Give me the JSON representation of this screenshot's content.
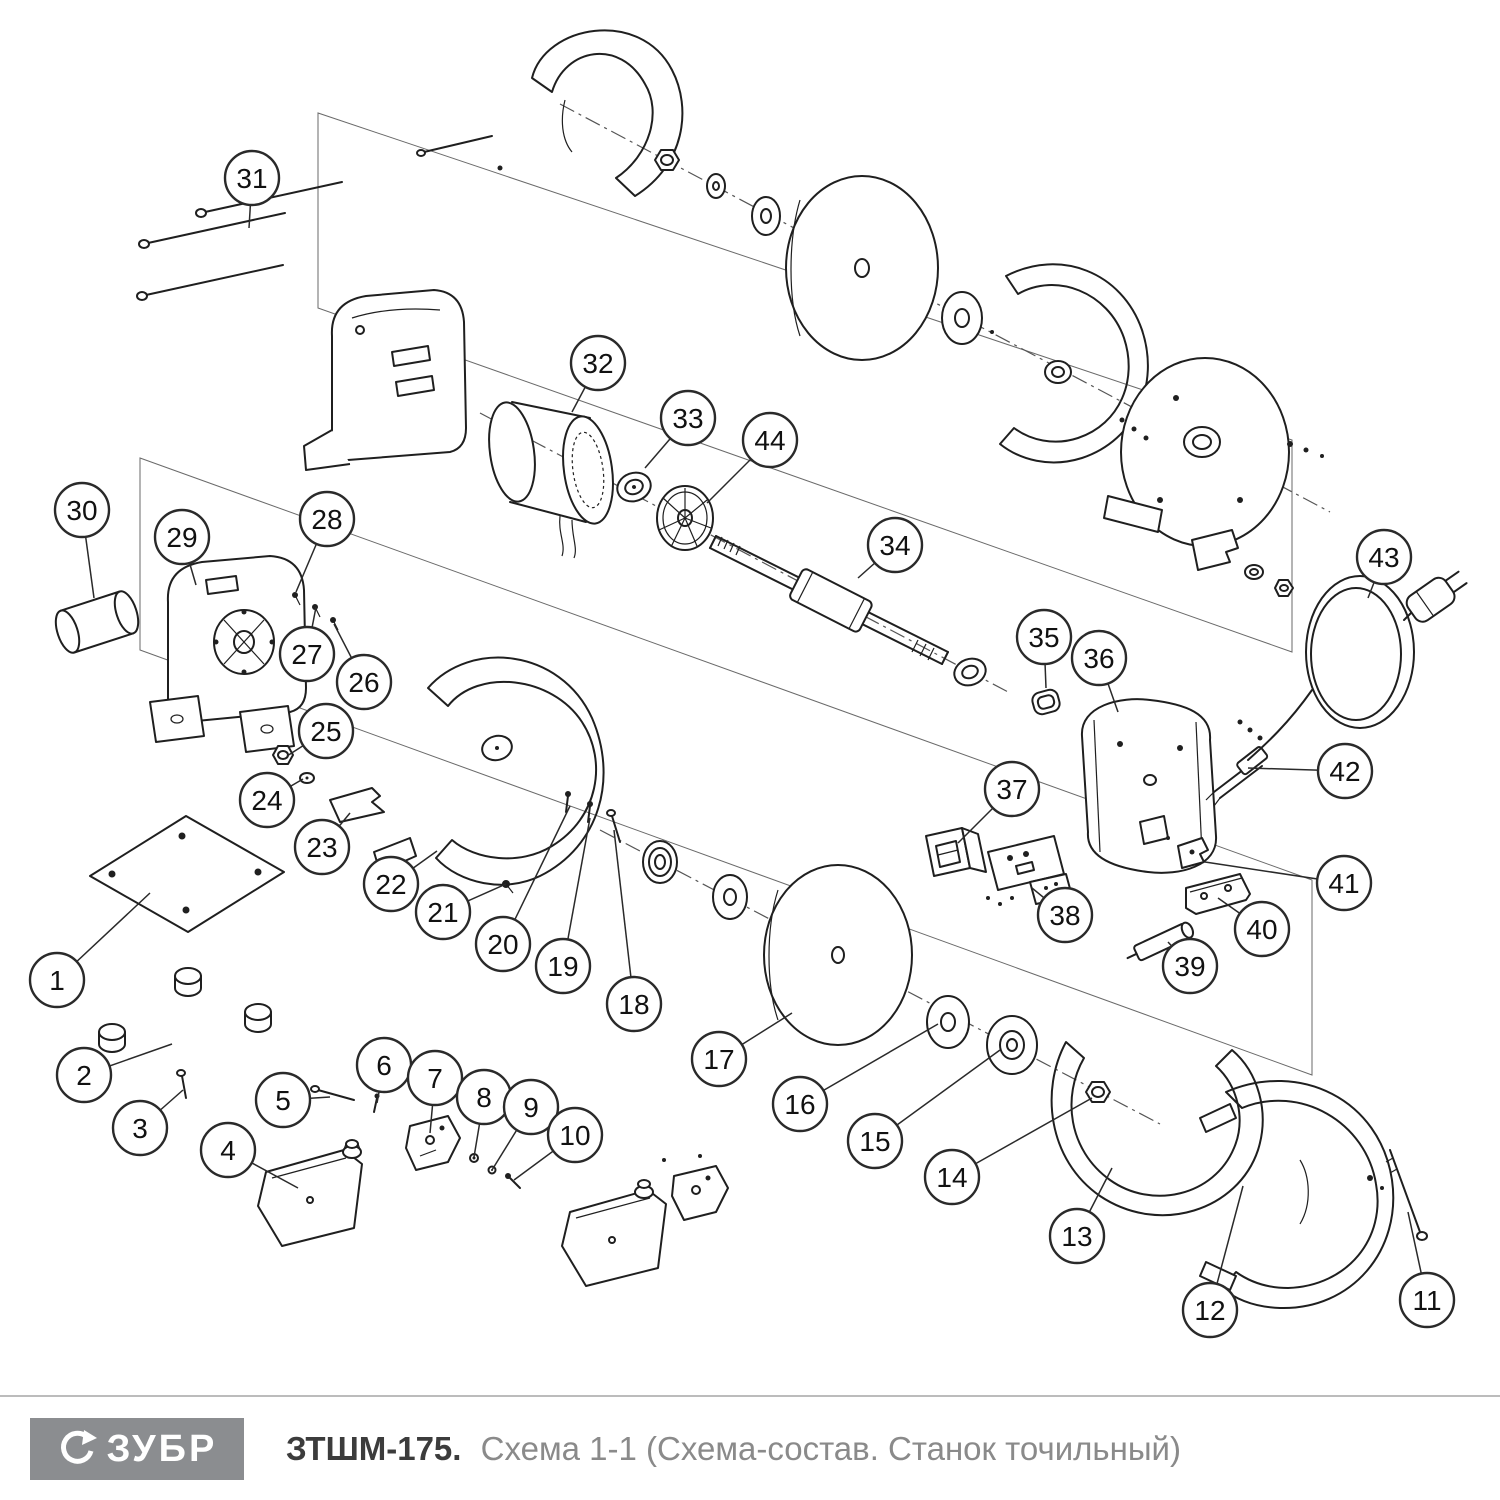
{
  "colors": {
    "line": "#1f1f1f",
    "logo_bg": "#8b8d90",
    "title": "#3c3c3c",
    "subtitle": "#8a8a8a"
  },
  "footer": {
    "brand": "ЗУБР",
    "model": "ЗТШМ-175.",
    "subtitle": "Схема 1-1 (Схема-состав. Станок точильный)"
  },
  "diagram": {
    "callouts": [
      "1",
      "2",
      "3",
      "4",
      "5",
      "6",
      "7",
      "8",
      "9",
      "10",
      "11",
      "12",
      "13",
      "14",
      "15",
      "16",
      "17",
      "18",
      "19",
      "20",
      "21",
      "22",
      "23",
      "24",
      "25",
      "26",
      "27",
      "28",
      "29",
      "30",
      "31",
      "32",
      "33",
      "34",
      "35",
      "36",
      "37",
      "38",
      "39",
      "40",
      "41",
      "42",
      "43",
      "44"
    ]
  }
}
